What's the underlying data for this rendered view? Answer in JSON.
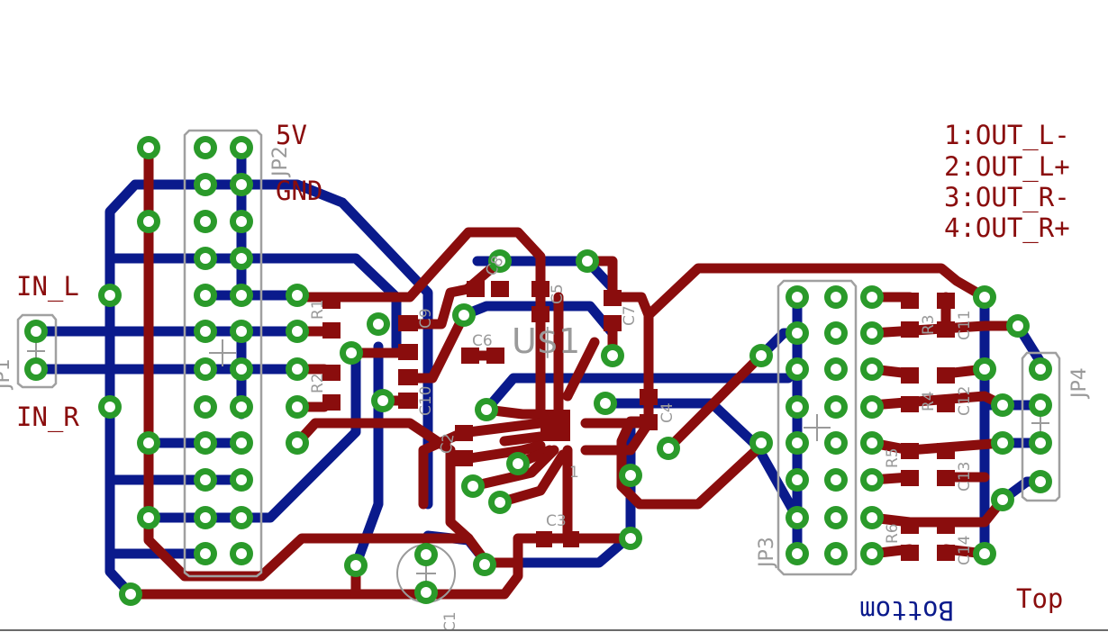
{
  "board": {
    "colors": {
      "top_copper": "#8a0d0d",
      "bottom_copper": "#0a1a8c",
      "pad": "#2a9a2a",
      "silkscreen": "#9a9a9a"
    }
  },
  "net_labels": {
    "power_5v": "5V",
    "ground": "GND",
    "input_left": "IN_L",
    "input_right": "IN_R"
  },
  "output_legend": [
    "1:OUT_L-",
    "2:OUT_L+",
    "3:OUT_R-",
    "4:OUT_R+"
  ],
  "layer_labels": {
    "top": "Top",
    "bottom": "Bottom"
  },
  "components": {
    "jp1": "JP1",
    "jp2": "JP2",
    "jp3": "JP3",
    "jp4": "JP4",
    "u1": "U$1",
    "c1": "C1",
    "c2": "C2",
    "c3": "C3",
    "c4": "C4",
    "c5": "C5",
    "c6": "C6",
    "c7": "C7",
    "c8": "C8",
    "c9": "C9",
    "c10": "C10",
    "c11": "C11",
    "c12": "C12",
    "c13": "C13",
    "c14": "C14",
    "r1": "R1",
    "r2": "R2",
    "r3": "R3",
    "r4": "R4",
    "r5": "R5",
    "r6": "R6",
    "pin1_mark": "1"
  }
}
